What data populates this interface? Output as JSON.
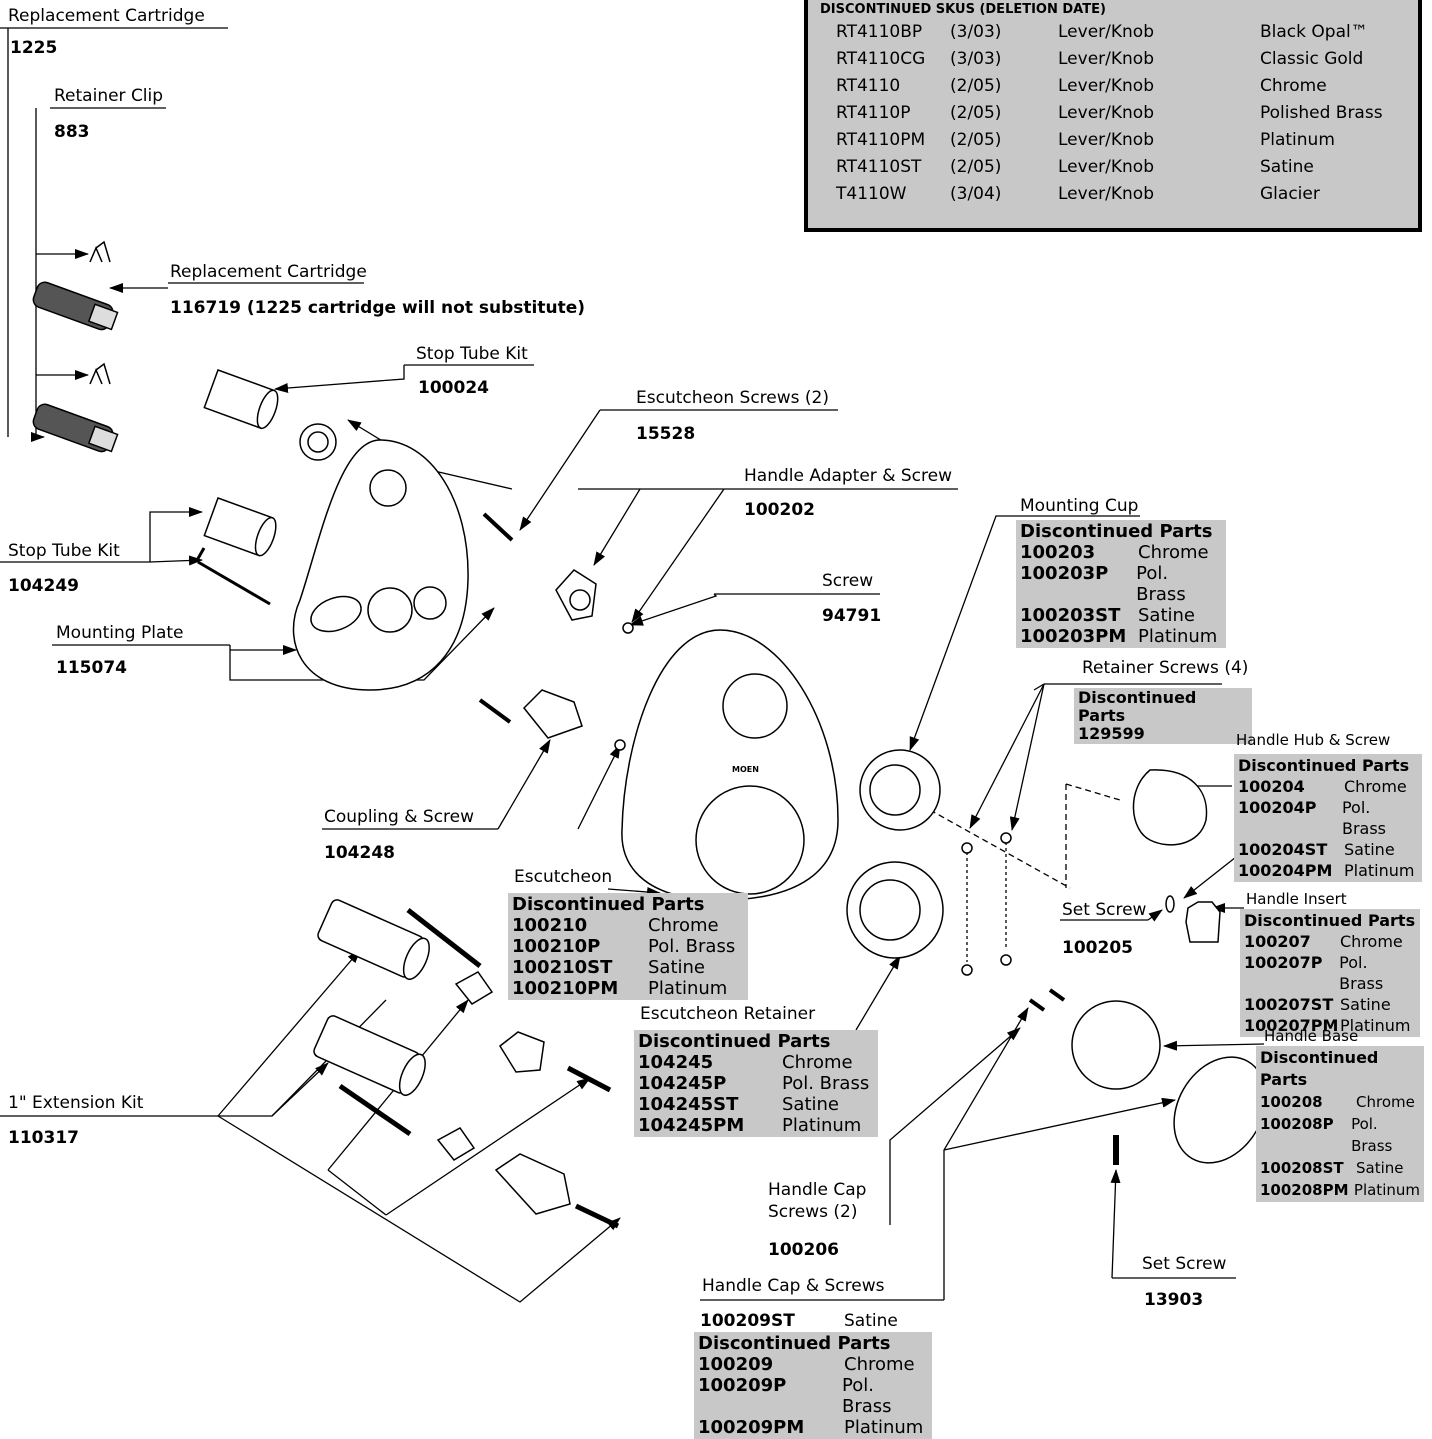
{
  "sku_table": {
    "header": "DISCONTINUED SKUS (DELETION DATE)",
    "rows": [
      {
        "sku": "RT4110BP",
        "date": "(3/03)",
        "type": "Lever/Knob",
        "finish": "Black Opal™"
      },
      {
        "sku": "RT4110CG",
        "date": "(3/03)",
        "type": "Lever/Knob",
        "finish": "Classic Gold"
      },
      {
        "sku": "RT4110",
        "date": "(2/05)",
        "type": "Lever/Knob",
        "finish": "Chrome"
      },
      {
        "sku": "RT4110P",
        "date": "(2/05)",
        "type": "Lever/Knob",
        "finish": "Polished Brass"
      },
      {
        "sku": "RT4110PM",
        "date": "(2/05)",
        "type": "Lever/Knob",
        "finish": "Platinum"
      },
      {
        "sku": "RT4110ST",
        "date": "(2/05)",
        "type": "Lever/Knob",
        "finish": "Satine"
      },
      {
        "sku": "T4110W",
        "date": "(3/04)",
        "type": "Lever/Knob",
        "finish": "Glacier"
      }
    ]
  },
  "labels": {
    "rep_cart_1": {
      "name": "Replacement Cartridge",
      "num": "1225"
    },
    "retainer_clip": {
      "name": "Retainer Clip",
      "num": "883"
    },
    "rep_cart_2": {
      "name": "Replacement Cartridge",
      "num": "116719 (1225 cartridge will not substitute)"
    },
    "stop_tube_1": {
      "name": "Stop Tube Kit",
      "num": "100024"
    },
    "esc_screws": {
      "name": "Escutcheon Screws (2)",
      "num": "15528"
    },
    "handle_adapter": {
      "name": "Handle Adapter & Screw",
      "num": "100202"
    },
    "stop_tube_2": {
      "name": "Stop Tube Kit",
      "num": "104249"
    },
    "screw": {
      "name": "Screw",
      "num": "94791"
    },
    "mounting_plate": {
      "name": "Mounting Plate",
      "num": "115074"
    },
    "coupling": {
      "name": "Coupling & Screw",
      "num": "104248"
    },
    "retainer_screws": {
      "name": "Retainer Screws (4)"
    },
    "set_screw_1": {
      "name": "Set Screw",
      "num": "100205"
    },
    "extension_kit": {
      "name": "1\" Extension Kit",
      "num": "110317"
    },
    "handle_cap_screws": {
      "name1": "Handle Cap",
      "name2": "Screws (2)",
      "num": "100206"
    },
    "set_screw_2": {
      "name": "Set Screw",
      "num": "13903"
    },
    "handle_cap_screws_kit": {
      "name": "Handle Cap & Screws",
      "num": "100209ST",
      "finish": "Satine"
    }
  },
  "boxes": {
    "mounting_cup": {
      "title": "Mounting Cup",
      "header": "Discontinued  Parts",
      "rows": [
        [
          "100203",
          "Chrome"
        ],
        [
          "100203P",
          "Pol. Brass"
        ],
        [
          "100203ST",
          "Satine"
        ],
        [
          "100203PM",
          "Platinum"
        ]
      ]
    },
    "retainer": {
      "header": "Discontinued  Parts",
      "rows": [
        [
          "129599",
          ""
        ]
      ]
    },
    "handle_hub": {
      "title": "Handle Hub & Screw",
      "header": "Discontinued  Parts",
      "rows": [
        [
          "100204",
          "Chrome"
        ],
        [
          "100204P",
          "Pol. Brass"
        ],
        [
          "100204ST",
          "Satine"
        ],
        [
          "100204PM",
          "Platinum"
        ]
      ]
    },
    "handle_insert": {
      "title": "Handle Insert",
      "header": "Discontinued  Parts",
      "rows": [
        [
          "100207",
          "Chrome"
        ],
        [
          "100207P",
          "Pol. Brass"
        ],
        [
          "100207ST",
          "Satine"
        ],
        [
          "100207PM",
          "Platinum"
        ]
      ]
    },
    "escutcheon": {
      "title": "Escutcheon",
      "header": "Discontinued  Parts",
      "rows": [
        [
          "100210",
          "Chrome"
        ],
        [
          "100210P",
          "Pol. Brass"
        ],
        [
          "100210ST",
          "Satine"
        ],
        [
          "100210PM",
          "Platinum"
        ]
      ]
    },
    "esc_retainer": {
      "title": "Escutcheon Retainer",
      "header": "Discontinued Parts",
      "rows": [
        [
          "104245",
          "Chrome"
        ],
        [
          "104245P",
          "Pol. Brass"
        ],
        [
          "104245ST",
          "Satine"
        ],
        [
          "104245PM",
          "Platinum"
        ]
      ]
    },
    "handle_base": {
      "title": "Handle Base",
      "header": "Discontinued  Parts",
      "rows": [
        [
          "100208",
          "Chrome"
        ],
        [
          "100208P",
          "Pol. Brass"
        ],
        [
          "100208ST",
          "Satine"
        ],
        [
          "100208PM",
          "Platinum"
        ]
      ]
    },
    "handle_cap": {
      "header": "Discontinued  Parts",
      "rows": [
        [
          "100209",
          "Chrome"
        ],
        [
          "100209P",
          "Pol. Brass"
        ],
        [
          "100209PM",
          "Platinum"
        ]
      ]
    }
  },
  "moen_logo": "MOEN"
}
